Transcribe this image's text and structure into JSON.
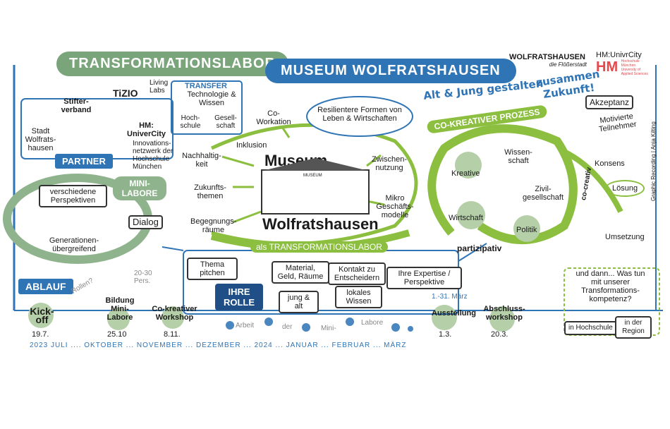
{
  "header": {
    "title_left": "TRANSFORMATIONSLABOR",
    "title_right": "MUSEUM WOLFRATSHAUSEN",
    "slogan_line1": "Alt & Jung gestalten",
    "slogan_line2": "zusammen",
    "slogan_line3": "Zukunft!"
  },
  "logos": {
    "wolfratshausen": "WOLFRATSHAUSEN",
    "wolfratshausen_sub": "die Flößerstadt",
    "hm": "HM:UnivrCity",
    "hm_short": "HM",
    "hm_sub": "Hochschule München University of Applied Sciences"
  },
  "partner": {
    "label": "PARTNER",
    "stifterverband": "Stifter-verband",
    "tizio": "TiZIO",
    "living_labs": "Living Labs",
    "stadt": "Stadt Wolfrats-hausen",
    "hm_univercity": "HM: UniverCity",
    "innovationsnetzwerk": "Innovations-netzwerk der Hochschule München",
    "transfer_title": "TRANSFER",
    "transfer_text": "Technologie & Wissen",
    "hochschule": "Hoch-schule",
    "gesellschaft": "Gesell-schaft"
  },
  "center": {
    "museum": "Museum",
    "city": "Wolfratshausen",
    "museum_sign": "MUSEUM",
    "als_transformationslabor": "als TRANSFORMATIONSLABOR",
    "coworkation": "Co-Workation",
    "inklusion": "Inklusion",
    "nachhaltigkeit": "Nachhaltig-keit",
    "zukunftsthemen": "Zukunfts-themen",
    "begegnungsraeume": "Begegnungs-räume",
    "zwischennutzung": "Zwischen-nutzung",
    "mikro": "Mikro Geschäfts-modelle",
    "resilient": "Resilientere Formen von Leben & Wirtschaften"
  },
  "minilabore": {
    "title": "MINI-LABORE",
    "perspektiven": "verschiedene Perspektiven",
    "dialog": "Dialog",
    "generationen": "Generationen-übergreifend"
  },
  "prozess": {
    "title": "CO-KREATIVER PROZESS",
    "kreative": "Kreative",
    "wissenschaft": "Wissen-schaft",
    "zivil": "Zivil-gesellschaft",
    "wirtschaft": "Wirtschaft",
    "politik": "Politik",
    "partizipativ": "partizipativ",
    "cokreativ": "co-creativ"
  },
  "right_side": {
    "akzeptanz": "Akzeptanz",
    "motivierte": "Motivierte Teilnehmer",
    "konsens": "Konsens",
    "loesung": "Lösung",
    "umsetzung": "Umsetzung",
    "question": "und dann... Was tun mit unserer Transformations-kompetenz?",
    "hochschule": "in Hochschule",
    "region": "in der Region",
    "credit": "Graphic Recording | Anja Kilting"
  },
  "rolle": {
    "label": "IHRE ROLLE",
    "thema": "Thema pitchen",
    "material": "Material, Geld, Räume",
    "kontakt": "Kontakt zu Entscheidern",
    "expertise": "Ihre Expertise / Perspektive",
    "jung": "jung & alt",
    "lokales": "lokales Wissen"
  },
  "ablauf": {
    "label": "ABLAUF",
    "rollen": "Rollen?",
    "pers": "20-30 Pers.",
    "kickoff": "Kick-off",
    "kickoff_date": "19.7.",
    "bildung": "Bildung Mini-Labore",
    "bildung_date": "25.10",
    "workshop": "Co-kreativer Workshop",
    "workshop_date": "8.11.",
    "arbeit1": "Arbeit",
    "arbeit2": "der",
    "arbeit3": "Mini-",
    "arbeit4": "Labore",
    "ausstellung": "Ausstellung",
    "ausstellung_range": "1.-31. März",
    "ausstellung_date": "1.3.",
    "abschluss": "Abschluss-workshop",
    "abschluss_date": "20.3.",
    "timeline": "2023 JULI .... OKTOBER ... NOVEMBER ... DEZEMBER ... 2024 ... JANUAR ... FEBRUAR ... MÄRZ"
  },
  "colors": {
    "green": "#7aa57b",
    "light_green": "#8cbf3f",
    "blue": "#2f74b5",
    "navy": "#1f4f86"
  }
}
